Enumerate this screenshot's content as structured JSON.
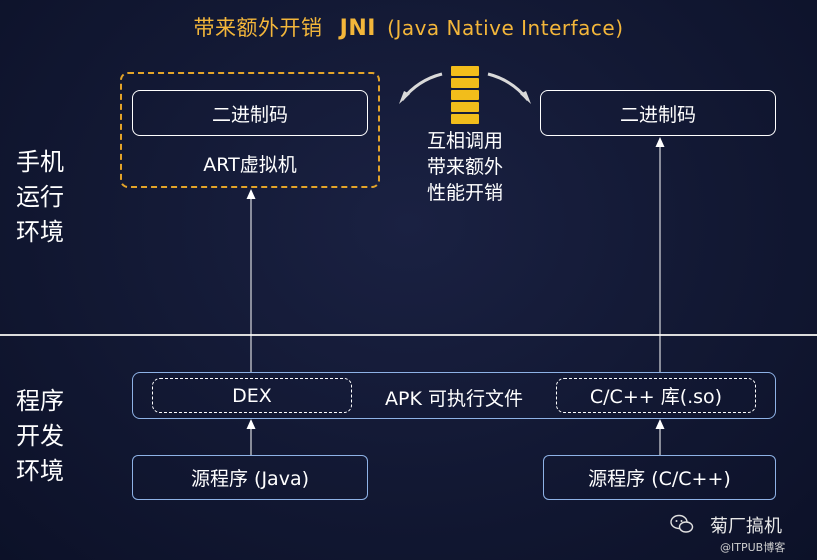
{
  "title": {
    "prefix": "带来额外开销",
    "jni": "JNI",
    "full": "(Java Native Interface)"
  },
  "sections": {
    "runtime": [
      "手机",
      "运行",
      "环境"
    ],
    "development": [
      "程序",
      "开发",
      "环境"
    ]
  },
  "runtime": {
    "left_binary": "二进制码",
    "art_vm": "ART虚拟机",
    "right_binary": "二进制码",
    "middle_note": [
      "互相调用",
      "带来额外",
      "性能开销"
    ]
  },
  "apk": {
    "label": "APK 可执行文件",
    "dex": "DEX",
    "lib": "C/C++ 库(.so)"
  },
  "sources": {
    "java": "源程序 (Java)",
    "cpp": "源程序 (C/C++)"
  },
  "watermark": {
    "name": "菊厂搞机",
    "sub": "@ITPUB博客"
  },
  "colors": {
    "accent": "#f3b63a",
    "stack": "#f2bd1b",
    "frame": "#8eb2e6"
  }
}
